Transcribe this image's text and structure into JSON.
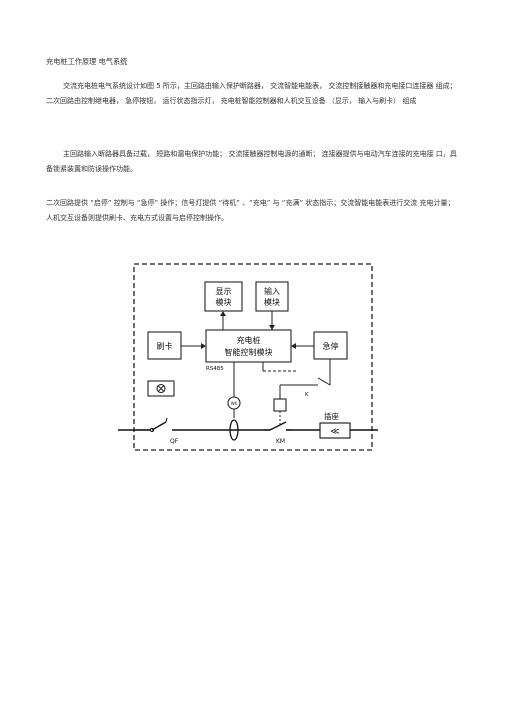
{
  "document": {
    "title": "充电桩工作原理 电气系统",
    "paragraphs": [
      "交流充电桩电气系统设计如图  5 所示，主回路由输入保护断路器，  交流智能电能表，  交流控制接触器和充电接口连接器 组成；二次回路由控制继电器，  急停按钮，  运行状态指示灯，  充电桩智能控制器和人机交互设备  （显示，  输入与刷卡）  组成",
      "主回路输入断路器具备过载，  短路和漏电保护功能；  交流接触器控制电源的通断；  连接器提供与电动汽车连接的充电接  口，具备锁紧装置和防误操作功能。",
      "二次回路提供 “启停” 控制与 “急停” 操作；信号灯提供 “待机”  、“充电” 与 “充满” 状态指示；交流智能电能表进行交流  充电计量；人机交互设备则提供刷卡、充电方式设置与启停控制操作。"
    ]
  },
  "diagram": {
    "display_module": [
      "显示",
      "模块"
    ],
    "input_module": [
      "输入",
      "模块"
    ],
    "controller": [
      "充电桩",
      "智能控制模块"
    ],
    "card_reader": "刷卡",
    "emergency_stop": "急停",
    "rs485": "RS485",
    "relay_k": "K",
    "breaker_qf": "QF",
    "contactor_km": "KM",
    "socket": "插座",
    "meter_symbol": "Wh",
    "indicator_symbol": "⊗",
    "socket_symbol": "≪"
  }
}
